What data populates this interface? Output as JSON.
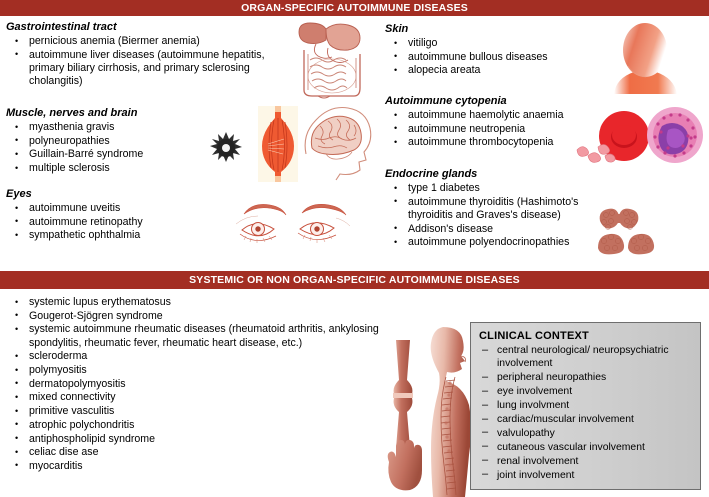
{
  "banners": {
    "organ_specific": "ORGAN-SPECIFIC AUTOIMMUNE DISEASES",
    "systemic": "SYSTEMIC OR NON ORGAN-SPECIFIC AUTOIMMUNE DISEASES"
  },
  "colors": {
    "banner_bg": "#a32e23",
    "banner_text": "#ffffff",
    "body_text": "#000000",
    "organ_illustration": "#c0685a",
    "muscle_red": "#e8462a",
    "rbc_red": "#e8262b",
    "wbc_pink": "#e87fb4",
    "wbc_nucleus": "#8b3fa8",
    "box_bg": "#d2d2d2",
    "box_border": "#6e6e6e"
  },
  "organ_specific": {
    "left_column": [
      {
        "title": "Gastrointestinal tract",
        "items": [
          "pernicious anemia (Biermer anemia)",
          "autoimmune liver diseases (autoimmune hepatitis, primary biliary cirrhosis, and primary sclerosing cholangitis)"
        ]
      },
      {
        "title": "Muscle, nerves and brain",
        "items": [
          "myasthenia gravis",
          "polyneuropathies",
          "Guillain-Barré syndrome",
          "multiple sclerosis"
        ]
      },
      {
        "title": "Eyes",
        "items": [
          "autoimmune uveitis",
          "autoimmune retinopathy",
          "sympathetic ophthalmia"
        ]
      }
    ],
    "right_column": [
      {
        "title": "Skin",
        "items": [
          "vitiligo",
          "autoimmune bullous diseases",
          "alopecia areata"
        ]
      },
      {
        "title": "Autoimmune cytopenia",
        "items": [
          "autoimmune haemolytic anaemia",
          "autoimmune neutropenia",
          "autoimmune thrombocytopenia"
        ]
      },
      {
        "title": "Endocrine glands",
        "items": [
          "type 1 diabetes",
          "autoimmune thyroiditis (Hashimoto's thyroiditis and Graves's disease)",
          "Addison's disease",
          "autoimmune polyendocrinopathies"
        ]
      }
    ],
    "figures": [
      {
        "name": "digestive-system-illustration"
      },
      {
        "name": "dendritic-cell-illustration"
      },
      {
        "name": "skeletal-muscle-illustration"
      },
      {
        "name": "brain-head-profile-illustration"
      },
      {
        "name": "eyes-illustration"
      },
      {
        "name": "head-shoulders-skin-illustration"
      },
      {
        "name": "red-blood-cell-illustration"
      },
      {
        "name": "white-blood-cell-illustration"
      },
      {
        "name": "platelets-illustration"
      },
      {
        "name": "thyroid-gland-illustration"
      },
      {
        "name": "adrenal-glands-illustration"
      }
    ]
  },
  "systemic": {
    "items": [
      "systemic lupus erythematosus",
      "Gougerot-Sjögren syndrome",
      "systemic autoimmune rheumatic diseases (rheumatoid arthritis, ankylosing spondylitis, rheumatic fever, rheumatic heart disease, etc.)",
      "scleroderma",
      "polymyositis",
      "dermatopolymyositis",
      "mixed connectivity",
      "primitive vasculitis",
      "atrophic polychondritis",
      "antiphospholipid syndrome",
      "celiac dise ase",
      "myocarditis"
    ],
    "figures": [
      {
        "name": "joint-bone-illustration"
      },
      {
        "name": "hand-illustration"
      },
      {
        "name": "human-body-spine-illustration"
      }
    ]
  },
  "clinical_context": {
    "title": "CLINICAL CONTEXT",
    "items": [
      "central neurological/ neuropsychiatric involvement",
      "peripheral neuropathies",
      "eye involvement",
      "lung involvment",
      "cardiac/muscular involvement",
      "valvulopathy",
      "cutaneous vascular involvement",
      "renal involvement",
      "joint involvement"
    ]
  }
}
